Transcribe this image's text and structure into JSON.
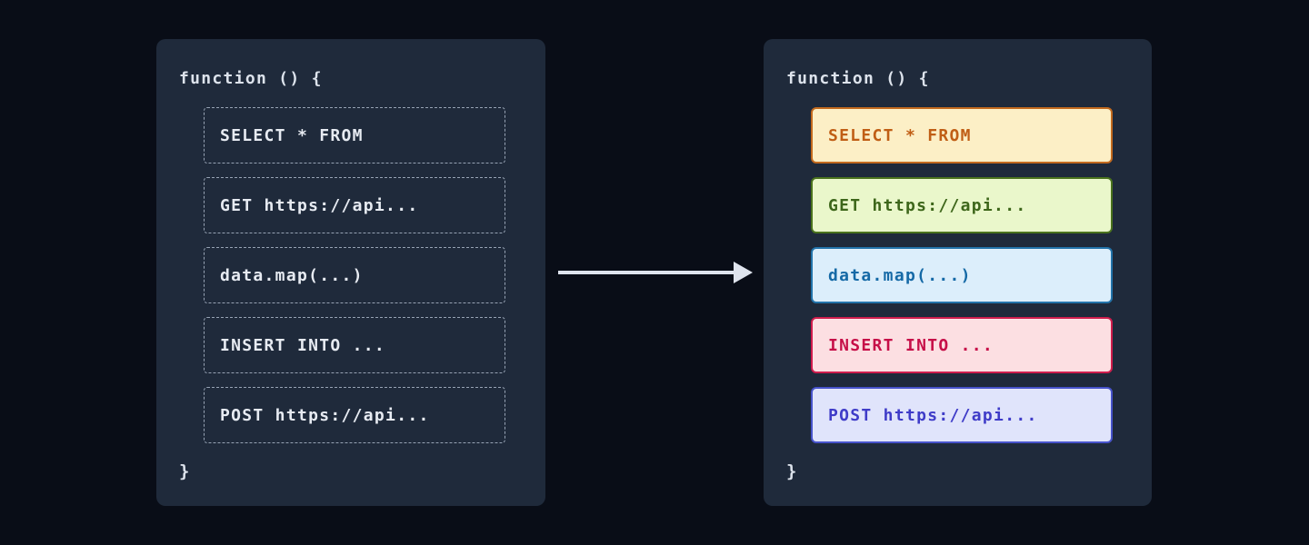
{
  "left_panel": {
    "function_open": "function () {",
    "function_close": "}",
    "snippets": [
      "SELECT * FROM",
      "GET https://api...",
      "data.map(...)",
      "INSERT INTO ...",
      "POST https://api..."
    ]
  },
  "right_panel": {
    "function_open": "function () {",
    "function_close": "}",
    "snippets": [
      {
        "label": "SELECT * FROM",
        "background": "#fcefc6",
        "border": "#c36a1e",
        "text": "#c05e15"
      },
      {
        "label": "GET https://api...",
        "background": "#eaf7cb",
        "border": "#4a731d",
        "text": "#3d661a"
      },
      {
        "label": "data.map(...)",
        "background": "#dceefb",
        "border": "#2273aa",
        "text": "#1569a6"
      },
      {
        "label": "INSERT INTO ...",
        "background": "#fcdfe2",
        "border": "#cf1d4d",
        "text": "#c60f48"
      },
      {
        "label": "POST https://api...",
        "background": "#e0e4fb",
        "border": "#4753cb",
        "text": "#3f3cc8"
      }
    ]
  },
  "arrow": {
    "icon": "arrow-right-icon",
    "color": "#dfe4ee"
  },
  "theme": {
    "page_background": "#090d17",
    "panel_background": "#1f2a3b",
    "code_text_color": "#dde3ec",
    "dashed_border_color": "#97a3b4",
    "dashed_text_color": "#e7ebf2"
  }
}
